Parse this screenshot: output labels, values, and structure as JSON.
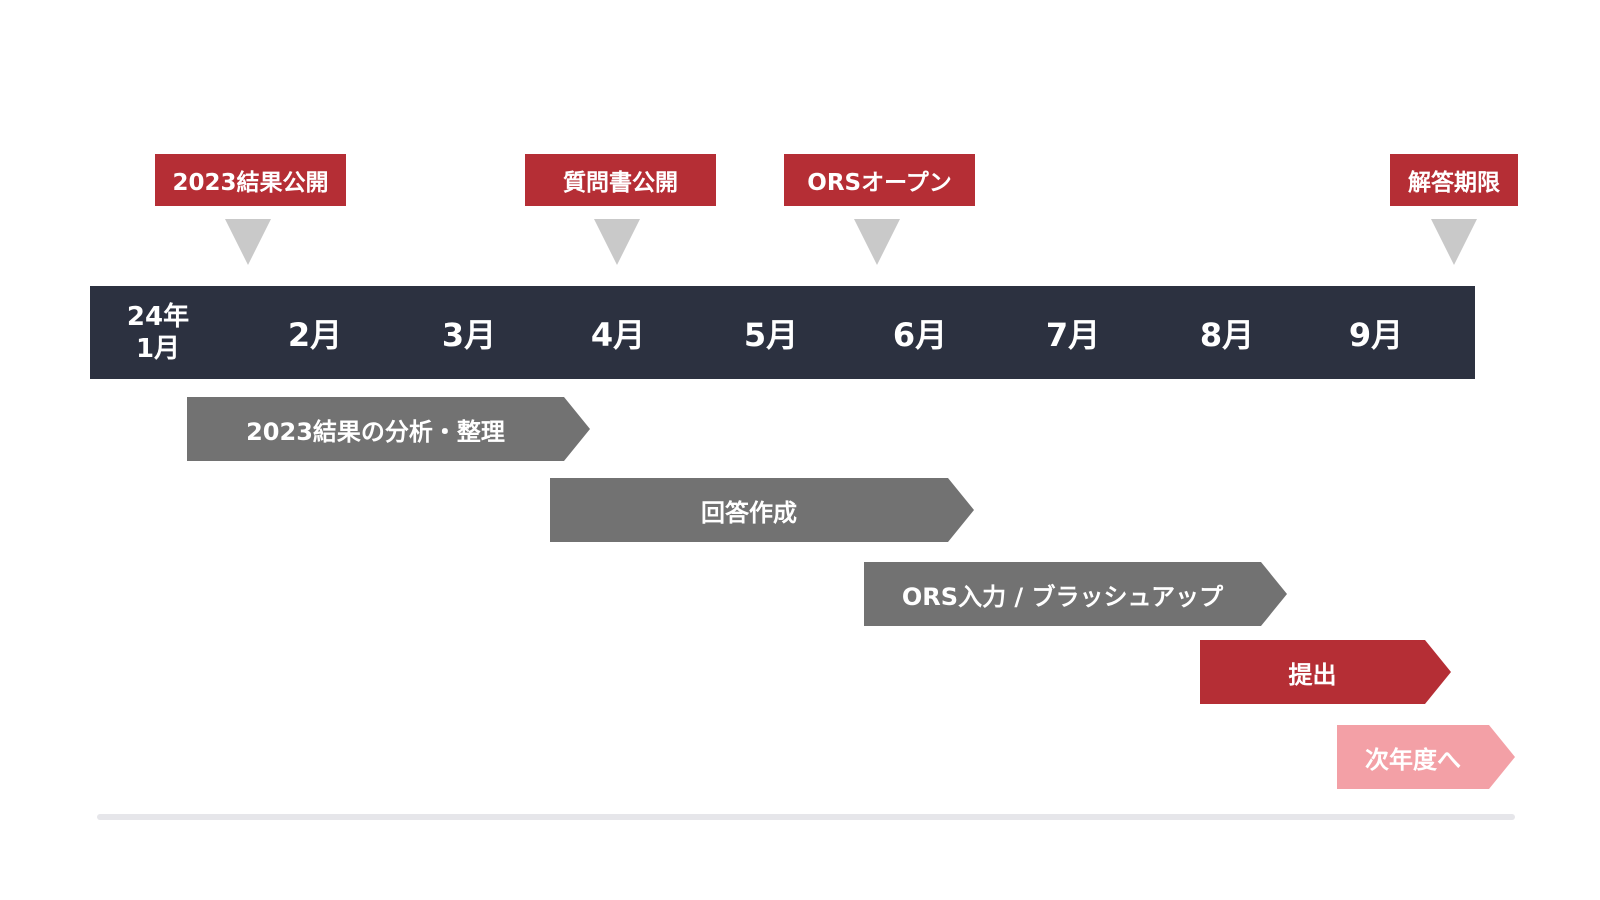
{
  "milestones": [
    {
      "label": "2023結果公開"
    },
    {
      "label": "質問書公開"
    },
    {
      "label": "ORSオープン"
    },
    {
      "label": "解答期限"
    }
  ],
  "timeline": {
    "months": [
      {
        "line1": "24年",
        "line2": "1月"
      },
      {
        "label": "2月"
      },
      {
        "label": "3月"
      },
      {
        "label": "4月"
      },
      {
        "label": "5月"
      },
      {
        "label": "6月"
      },
      {
        "label": "7月"
      },
      {
        "label": "8月"
      },
      {
        "label": "9月"
      }
    ]
  },
  "tasks": [
    {
      "label": "2023結果の分析・整理"
    },
    {
      "label": "回答作成"
    },
    {
      "label": "ORS入力 / ブラッシュアップ"
    },
    {
      "label": "提出"
    },
    {
      "label": "次年度へ"
    }
  ],
  "colors": {
    "accent_red": "#b52e35",
    "timeline_dark": "#2c3140",
    "task_gray": "#727272",
    "next_year_pink": "#f3a0a6",
    "marker_gray": "#c9c9c9"
  }
}
